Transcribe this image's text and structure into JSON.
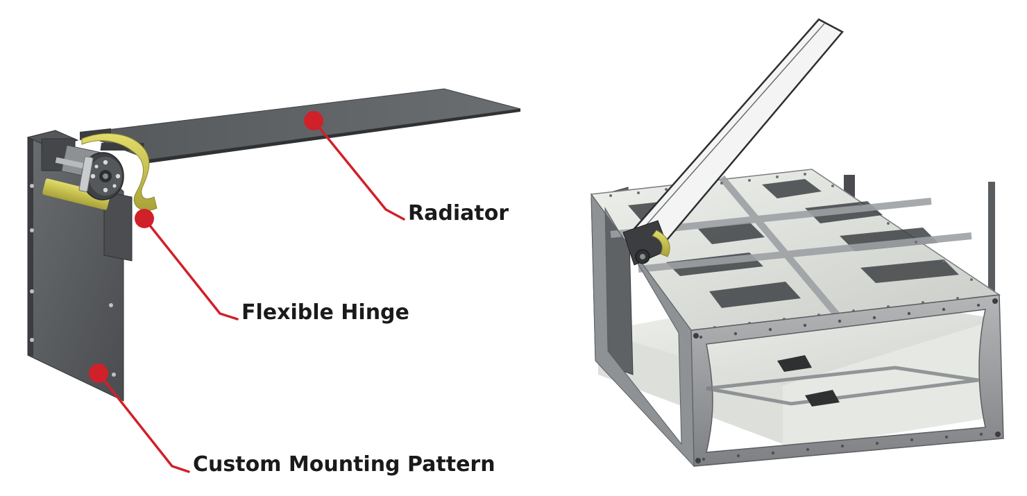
{
  "callouts": {
    "radiator": "Radiator",
    "flexible_hinge": "Flexible Hinge",
    "mounting_pattern": "Custom Mounting Pattern"
  },
  "colors": {
    "callout_red": "#d0202a",
    "panel_dark": "#5a5d60",
    "hinge_yellow": "#c8c24a",
    "frame_gray": "#9a9c9e",
    "radiator_panel_white": "#f4f4f4"
  }
}
